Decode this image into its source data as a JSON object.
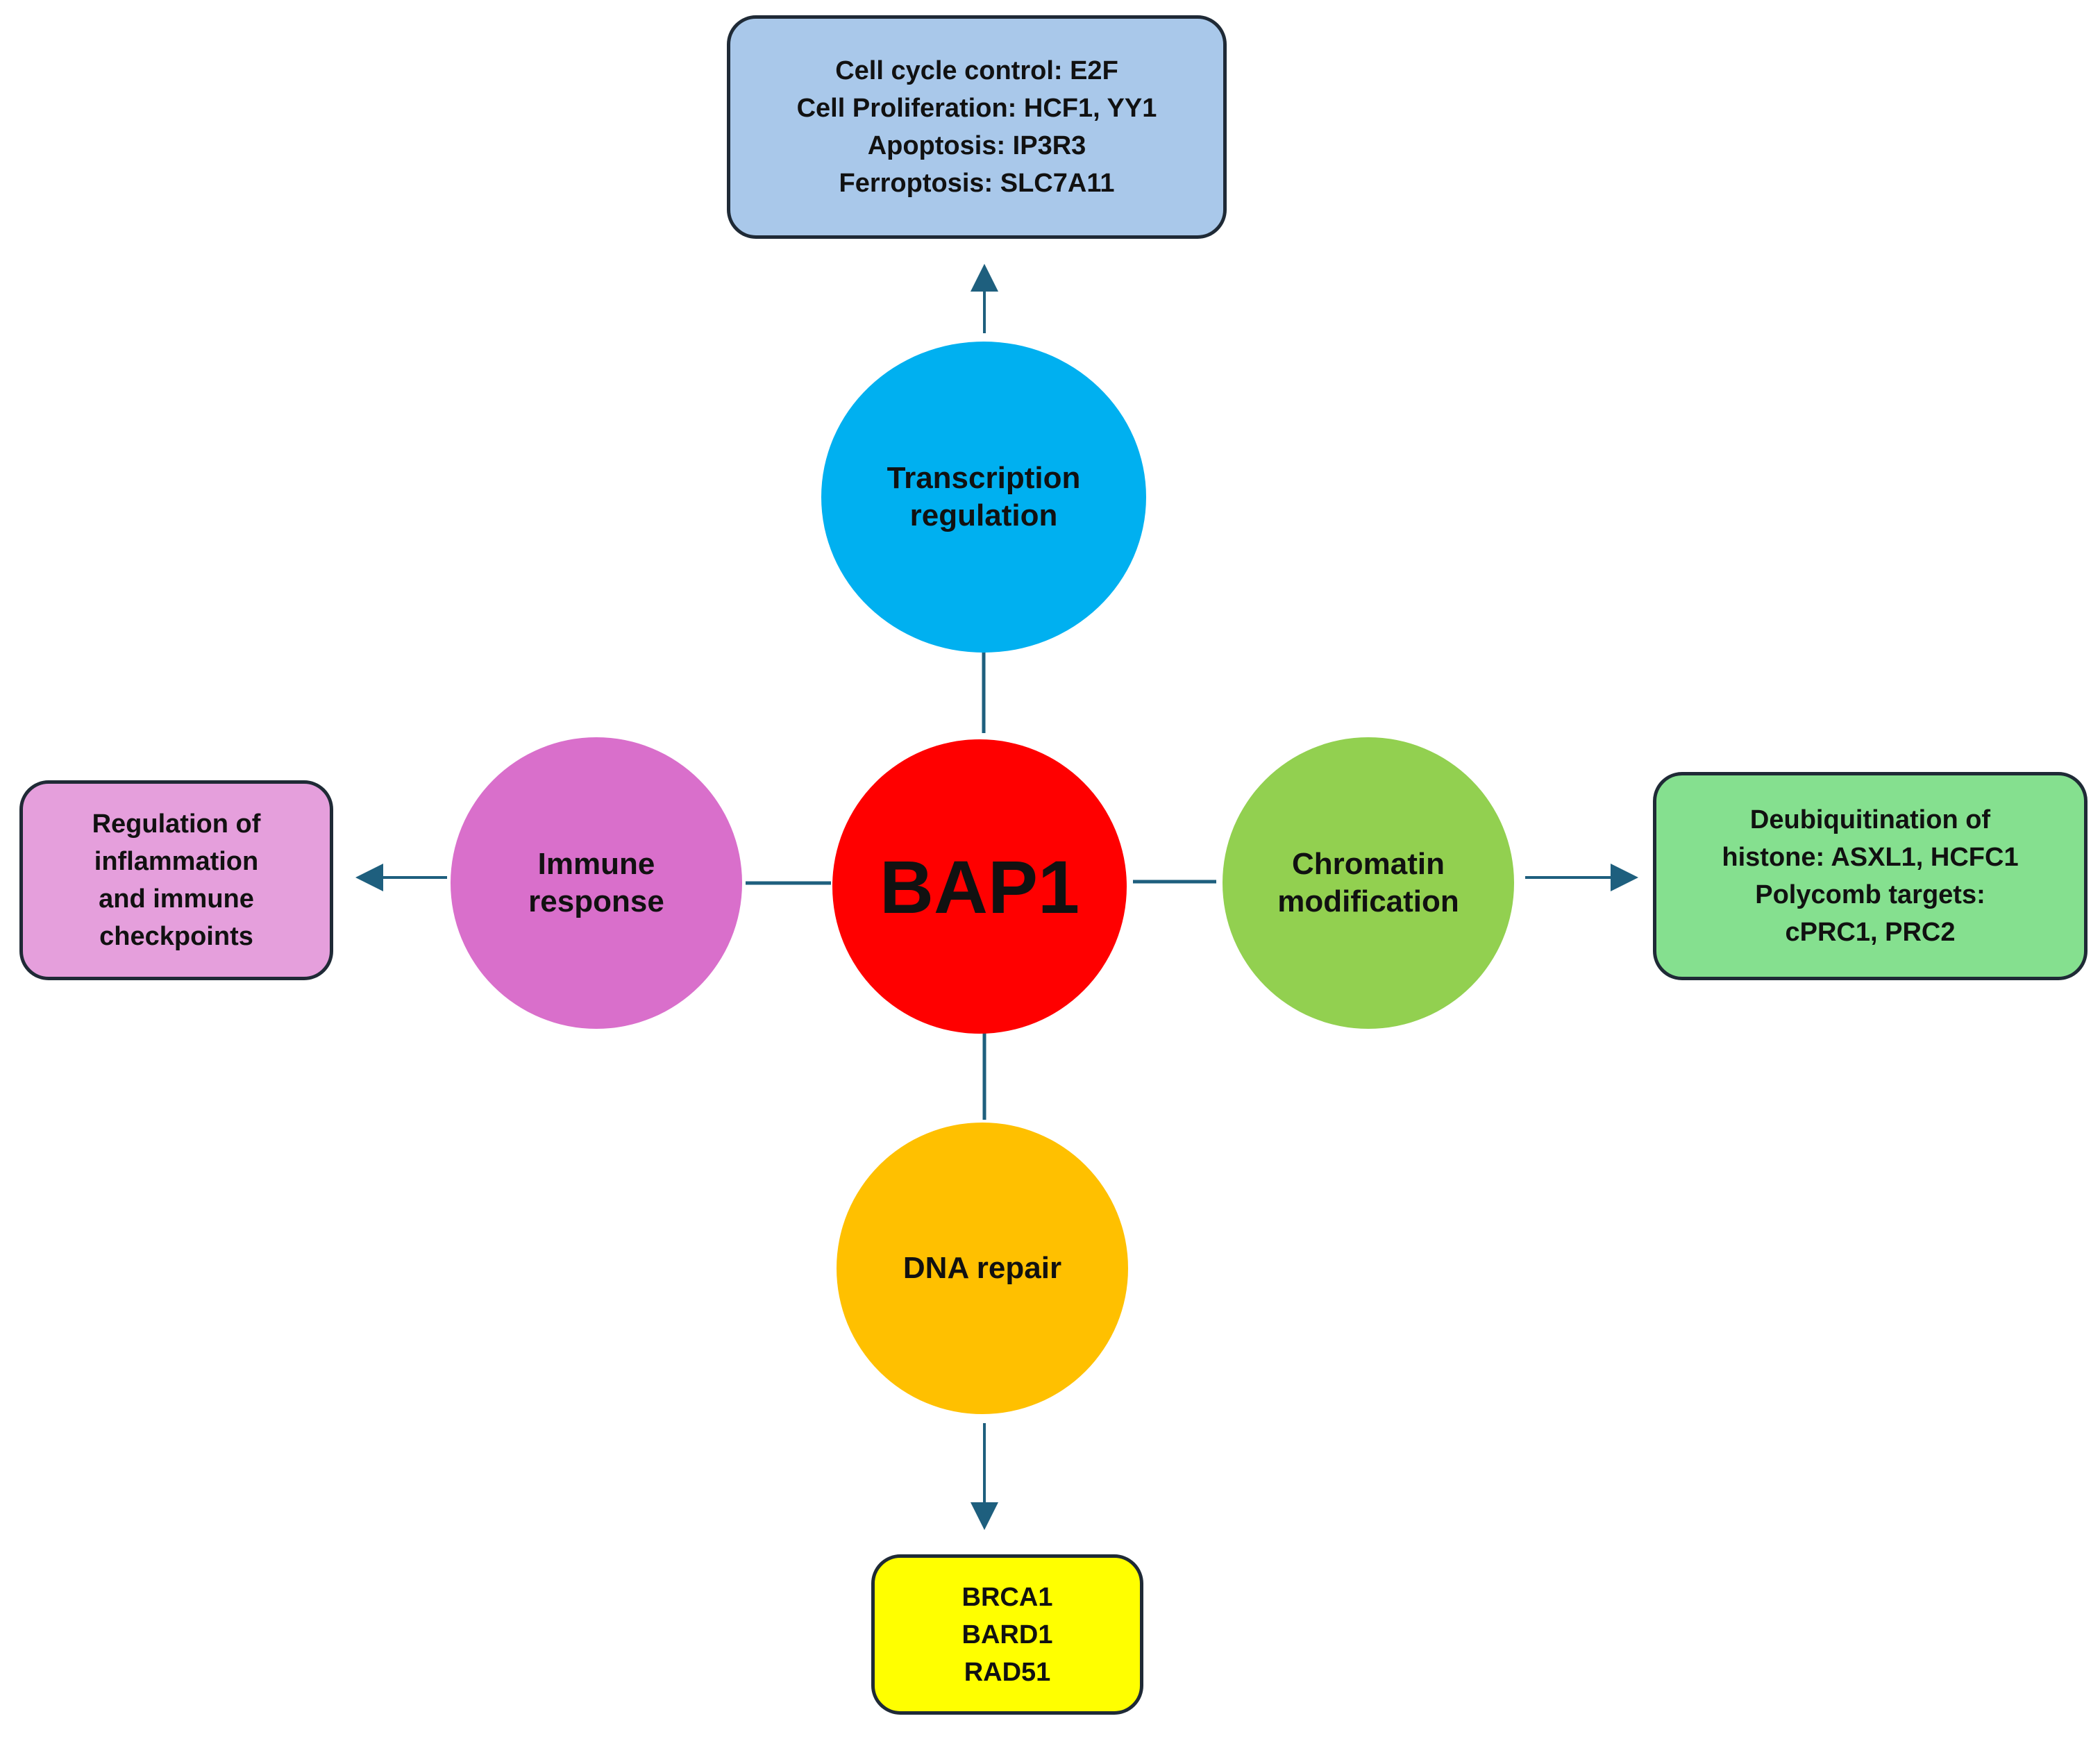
{
  "center": {
    "label": "BAP1",
    "color": "#ff0000"
  },
  "functions": {
    "top": {
      "lines": [
        "Transcription",
        "regulation"
      ],
      "color": "#00b0f0"
    },
    "left": {
      "lines": [
        "Immune",
        "response"
      ],
      "color": "#d96fcb"
    },
    "right": {
      "lines": [
        "Chromatin",
        "modification"
      ],
      "color": "#92d050"
    },
    "bottom": {
      "lines": [
        "DNA repair"
      ],
      "color": "#ffc000"
    }
  },
  "details": {
    "top": {
      "lines": [
        "Cell cycle control: E2F",
        "Cell Proliferation: HCF1, YY1",
        "Apoptosis: IP3R3",
        "Ferroptosis: SLC7A11"
      ],
      "color": "#a9c8ea"
    },
    "left": {
      "lines": [
        "Regulation of",
        "inflammation",
        "and immune",
        "checkpoints"
      ],
      "color": "#e59fdc"
    },
    "right": {
      "lines": [
        "Deubiquitination of",
        "histone: ASXL1, HCFC1",
        "Polycomb targets:",
        "cPRC1, PRC2"
      ],
      "color": "#85e08f"
    },
    "bottom": {
      "lines": [
        "BRCA1",
        "BARD1",
        "RAD51"
      ],
      "color": "#ffff00"
    }
  },
  "connector_color": "#1e5f7e"
}
